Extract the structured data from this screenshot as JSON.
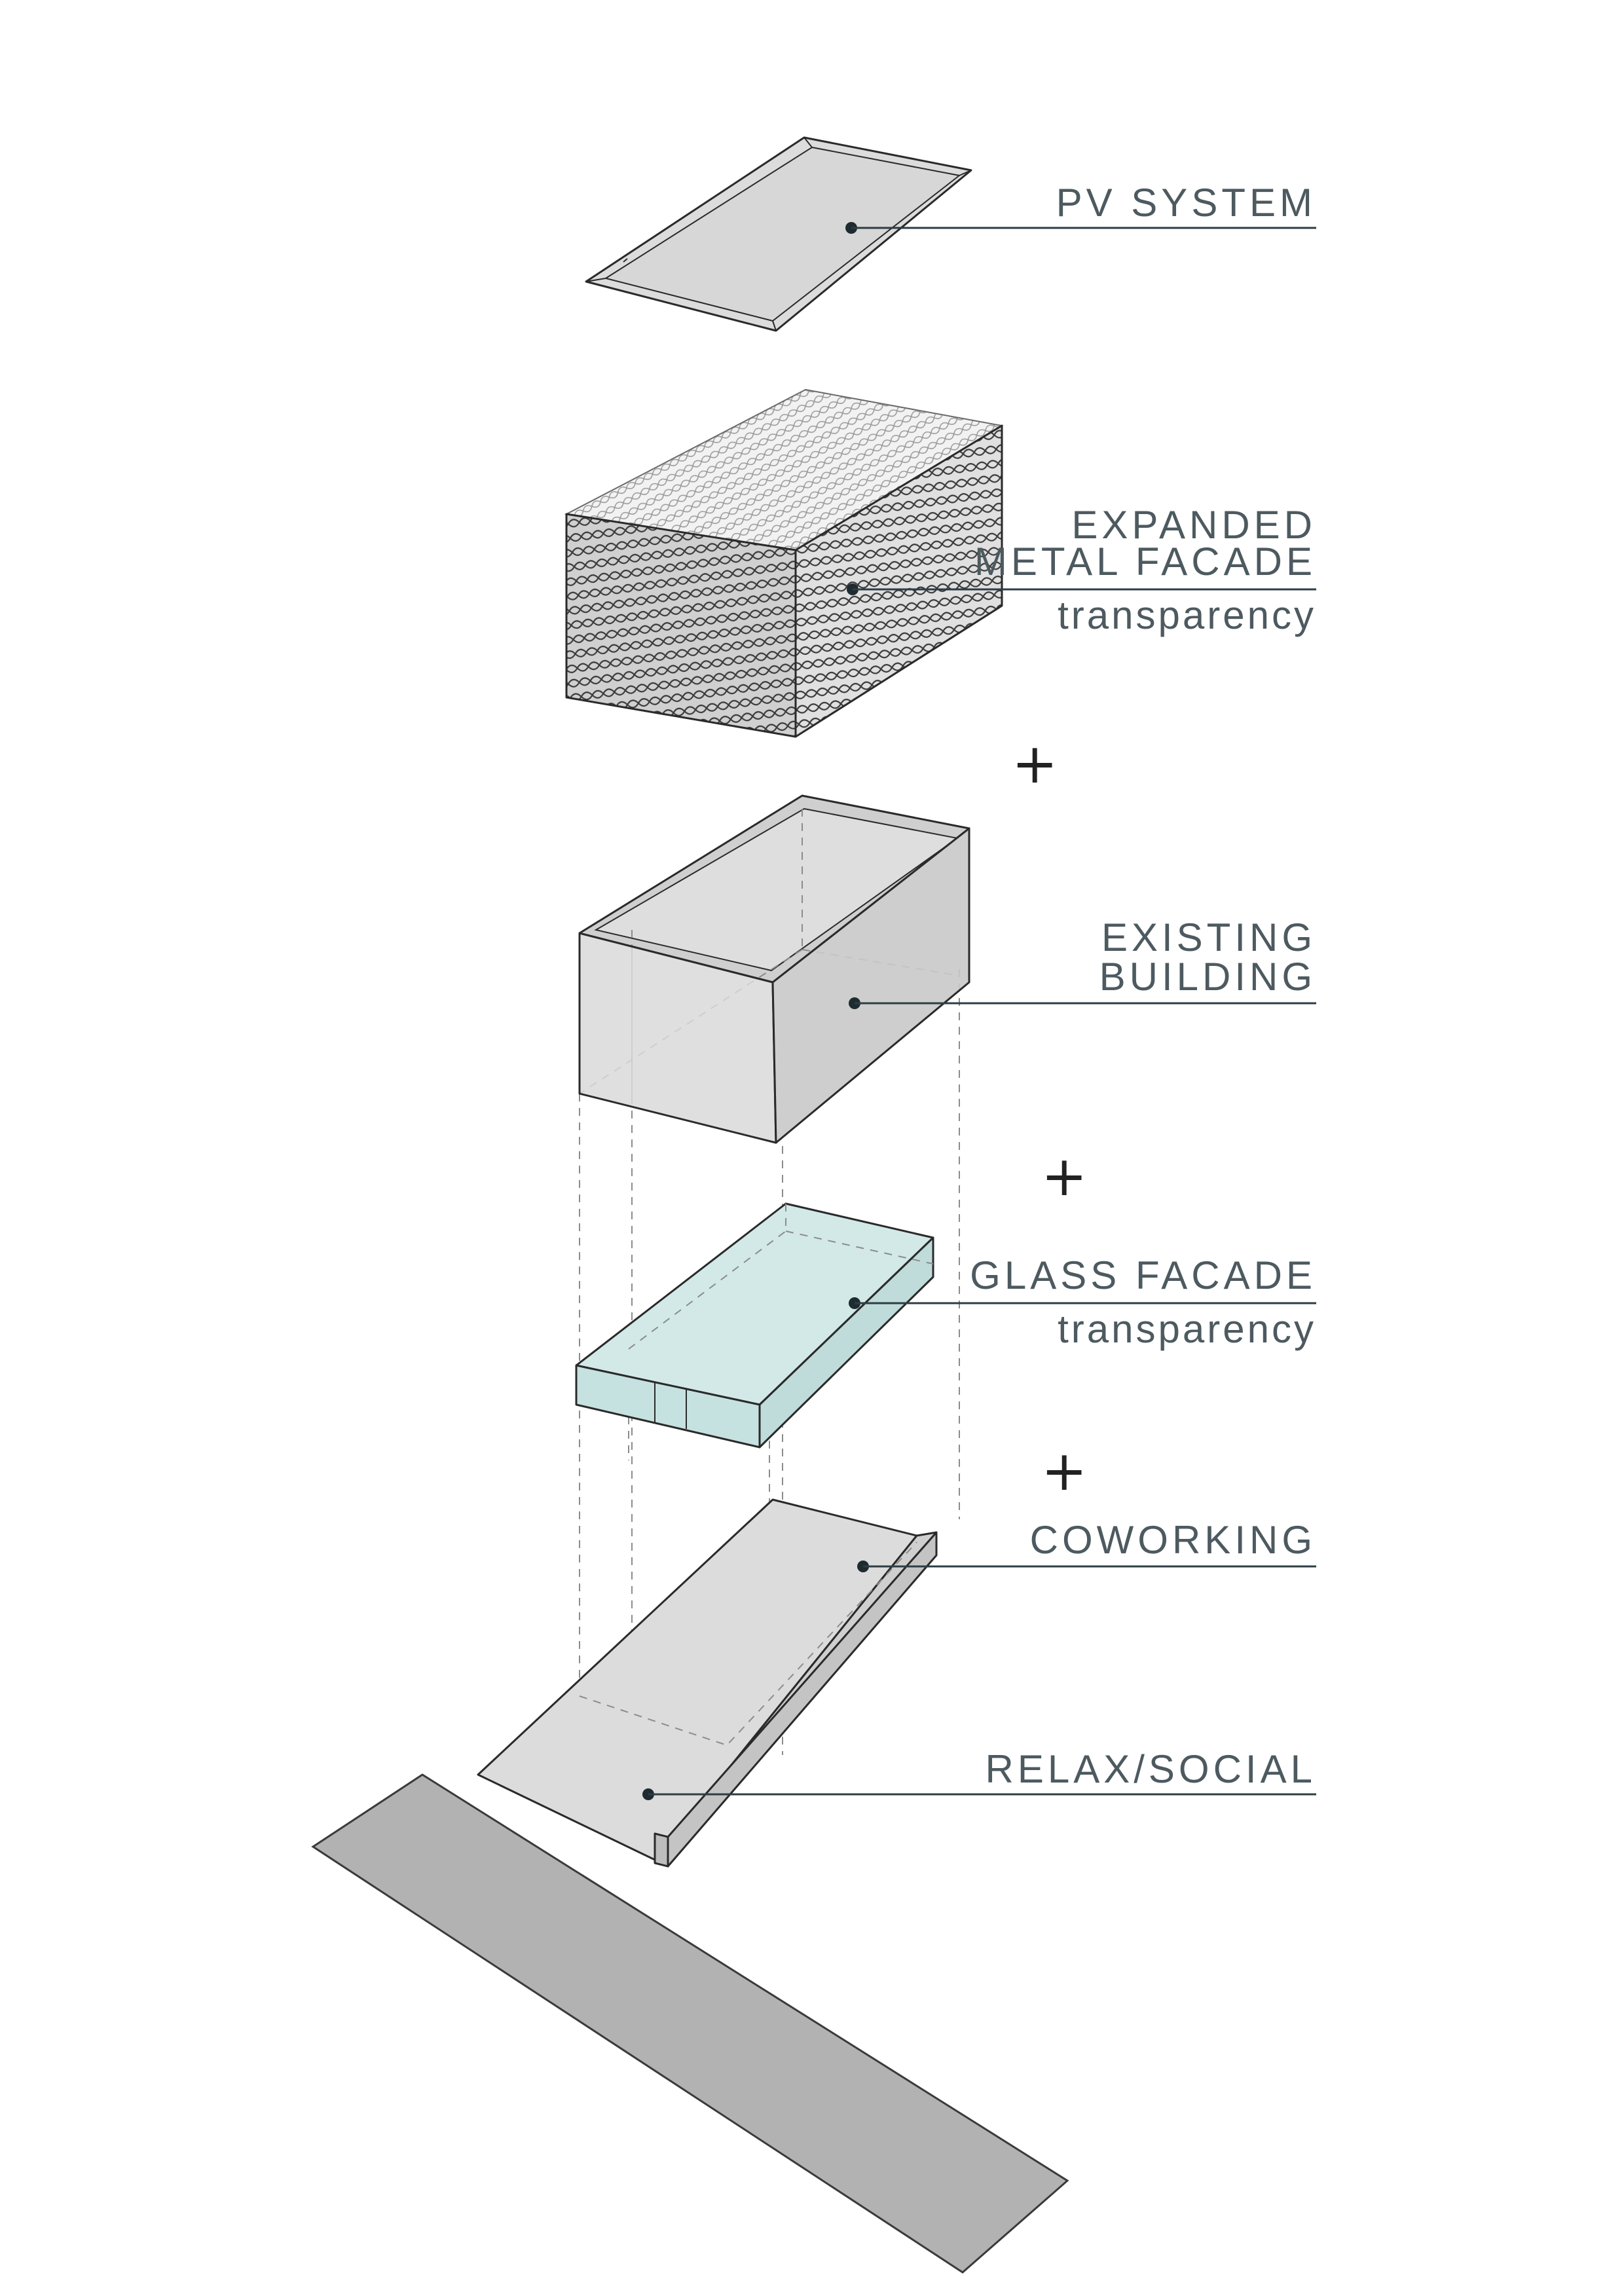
{
  "labels": {
    "pv_system": "PV SYSTEM",
    "metal_line1": "EXPANDED",
    "metal_line2": "METAL FACADE",
    "metal_sub": "transparency",
    "existing_line1": "EXISTING",
    "existing_line2": "BUILDING",
    "glass_line1": "GLASS FACADE",
    "glass_sub": "transparency",
    "coworking": "COWORKING",
    "relax_social": "RELAX/SOCIAL"
  },
  "operators": [
    "+",
    "+",
    "+"
  ],
  "colors": {
    "layer_grey": "#dcdcdc",
    "wall_dark": "#c9c9c9",
    "glass": "#cde5e4",
    "ground": "#b2b2b2",
    "leader": "#2e3d44",
    "text": "#4d5a60"
  }
}
